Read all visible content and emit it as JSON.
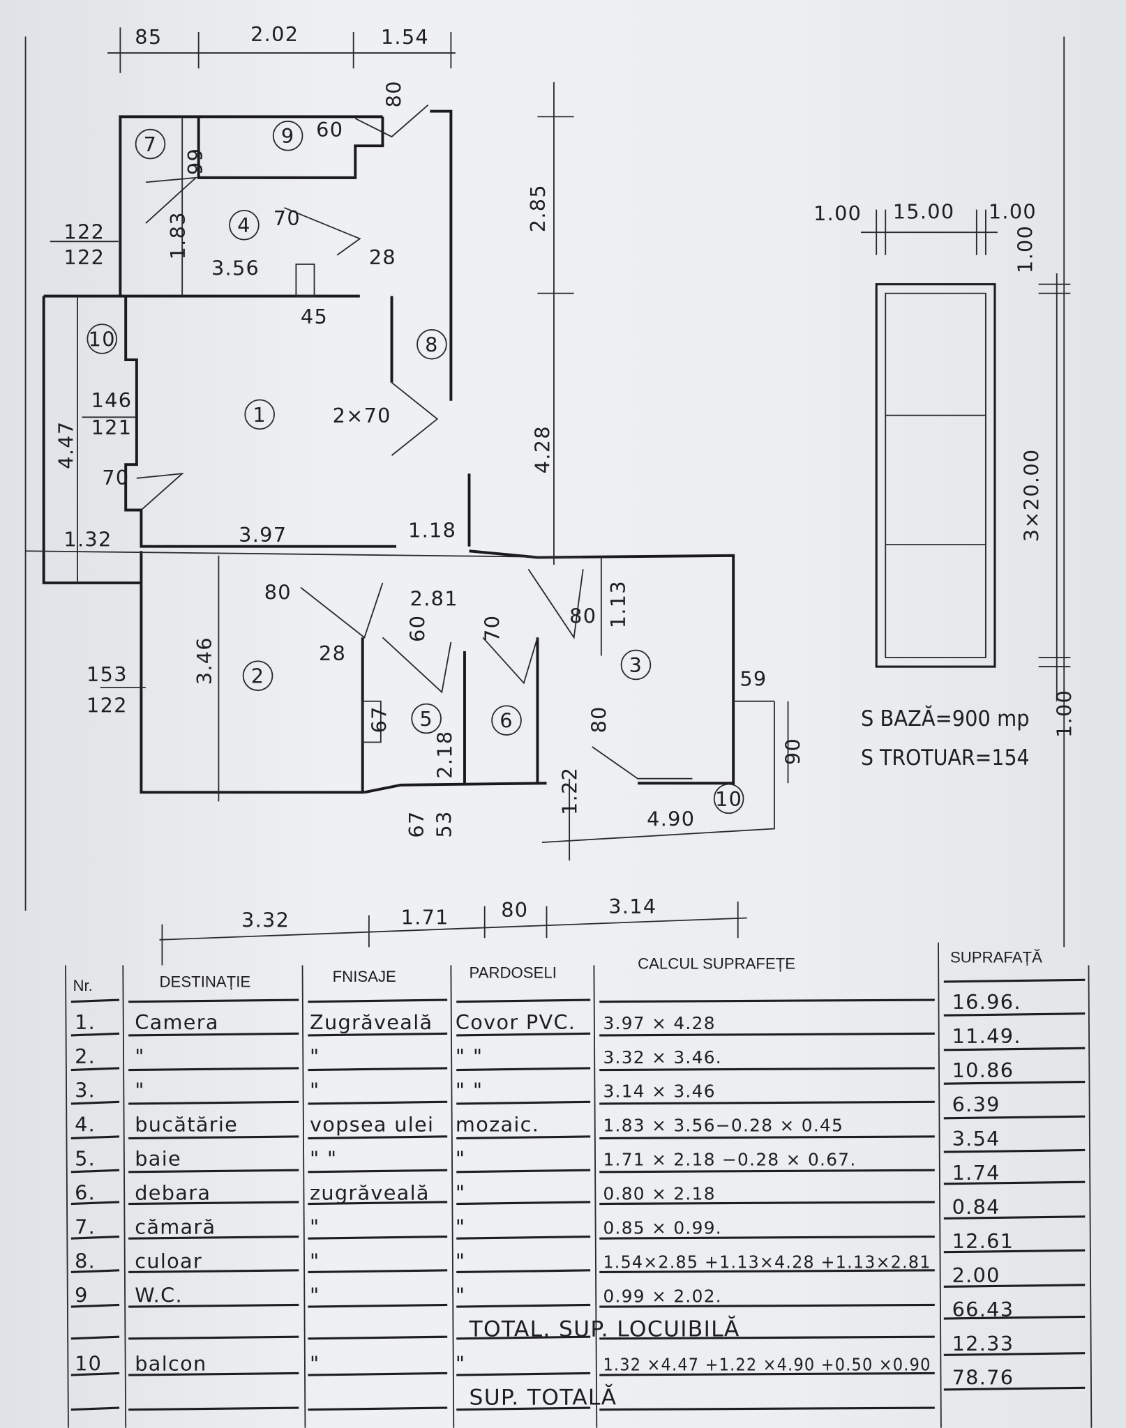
{
  "plan": {
    "labels": [
      "85",
      "2.02",
      "1.54",
      "80",
      "60",
      "9",
      "7",
      "99",
      "4",
      "70",
      "28",
      "1.83",
      "122",
      "122",
      "3.56",
      "2.85",
      "45",
      "10",
      "8",
      "146",
      "121",
      "4.47",
      "1",
      "2×70",
      "4.28",
      "70",
      "1.32",
      "3.97",
      "1.18",
      "80",
      "2.81",
      "1.13",
      "80",
      "60",
      "70",
      "28",
      "153",
      "122",
      "3.46",
      "2",
      "3",
      "59",
      "67",
      "5",
      "6",
      "80",
      "2.18",
      "90",
      "1.22",
      "67",
      "53",
      "4.90",
      "10",
      "3.32",
      "1.71",
      "80",
      "3.14"
    ]
  },
  "site": {
    "labels": [
      "1.00",
      "15.00",
      "1.00",
      "1.00",
      "3×20.00",
      "1.00"
    ],
    "s_baza": "S BAZĂ=900 mp",
    "s_trotuar": "S TROTUAR=154"
  },
  "table": {
    "headers": {
      "nr": "Nr.",
      "destinatie": "DESTINAȚIE",
      "finisaje": "FNISAJE",
      "pardoseli": "PARDOSELI",
      "calcul": "CALCUL SUPRAFEȚE",
      "suprafata": "SUPRAFAȚĂ"
    },
    "rows": [
      {
        "nr": "1.",
        "destinatie": "Camera",
        "finisaje": "Zugrăveală",
        "pardoseli": "Covor PVC.",
        "calcul": "3.97 × 4.28",
        "suprafata": "16.96."
      },
      {
        "nr": "2.",
        "destinatie": "\"",
        "finisaje": "\"",
        "pardoseli": "\"    \"",
        "calcul": "3.32 × 3.46.",
        "suprafata": "11.49."
      },
      {
        "nr": "3.",
        "destinatie": "\"",
        "finisaje": "\"",
        "pardoseli": "\"    \"",
        "calcul": "3.14 × 3.46",
        "suprafata": "10.86"
      },
      {
        "nr": "4.",
        "destinatie": "bucătărie",
        "finisaje": "vopsea ulei",
        "pardoseli": "mozaic.",
        "calcul": "1.83 × 3.56−0.28 × 0.45",
        "suprafata": "6.39"
      },
      {
        "nr": "5.",
        "destinatie": "baie",
        "finisaje": "\"    \"",
        "pardoseli": "\"",
        "calcul": "1.71 × 2.18 −0.28 × 0.67.",
        "suprafata": "3.54"
      },
      {
        "nr": "6.",
        "destinatie": "debara",
        "finisaje": "zugrăveală",
        "pardoseli": "\"",
        "calcul": "0.80 × 2.18",
        "suprafata": "1.74"
      },
      {
        "nr": "7.",
        "destinatie": "cămară",
        "finisaje": "\"",
        "pardoseli": "\"",
        "calcul": "0.85 × 0.99.",
        "suprafata": "0.84"
      },
      {
        "nr": "8.",
        "destinatie": "culoar",
        "finisaje": "\"",
        "pardoseli": "\"",
        "calcul": "1.54×2.85 +1.13×4.28 +1.13×2.81",
        "suprafata": "12.61"
      },
      {
        "nr": "9",
        "destinatie": "W.C.",
        "finisaje": "\"",
        "pardoseli": "\"",
        "calcul": "0.99 × 2.02.",
        "suprafata": "2.00"
      },
      {
        "nr": "",
        "destinatie": "",
        "finisaje": "",
        "pardoseli": "TOTAL. SUP. LOCUIBILĂ",
        "calcul": "",
        "suprafata": "66.43"
      },
      {
        "nr": "10",
        "destinatie": "balcon",
        "finisaje": "\"",
        "pardoseli": "\"",
        "calcul": "1.32 ×4.47 +1.22 ×4.90 +0.50 ×0.90",
        "suprafata": "12.33"
      },
      {
        "nr": "",
        "destinatie": "",
        "finisaje": "",
        "pardoseli": "SUP. TOTALĂ",
        "calcul": "",
        "suprafata": "78.76"
      }
    ]
  }
}
